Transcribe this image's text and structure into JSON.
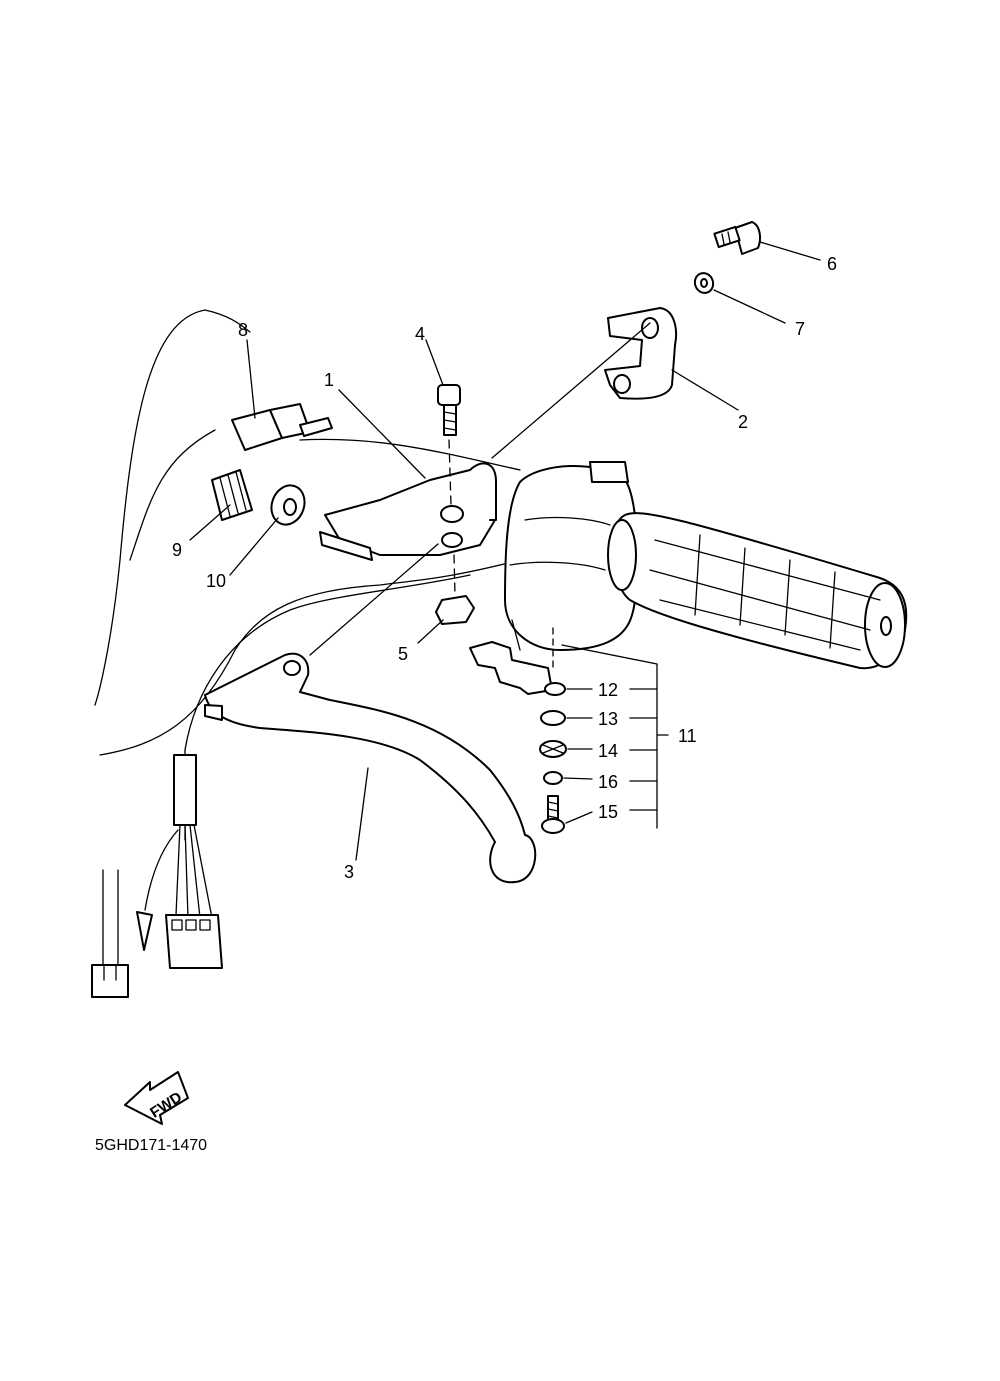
{
  "parts": [
    {
      "id": "p1",
      "label": "1"
    },
    {
      "id": "p2",
      "label": "2"
    },
    {
      "id": "p3",
      "label": "3"
    },
    {
      "id": "p4",
      "label": "4"
    },
    {
      "id": "p5",
      "label": "5"
    },
    {
      "id": "p6",
      "label": "6"
    },
    {
      "id": "p7",
      "label": "7"
    },
    {
      "id": "p8",
      "label": "8"
    },
    {
      "id": "p9",
      "label": "9"
    },
    {
      "id": "p10",
      "label": "10"
    },
    {
      "id": "p11",
      "label": "11"
    },
    {
      "id": "p12",
      "label": "12"
    },
    {
      "id": "p13",
      "label": "13"
    },
    {
      "id": "p14",
      "label": "14"
    },
    {
      "id": "p15",
      "label": "15"
    },
    {
      "id": "p16",
      "label": "16"
    }
  ],
  "direction_marker": {
    "label": "FWD"
  },
  "drawing_code": "5GHD171-1470"
}
